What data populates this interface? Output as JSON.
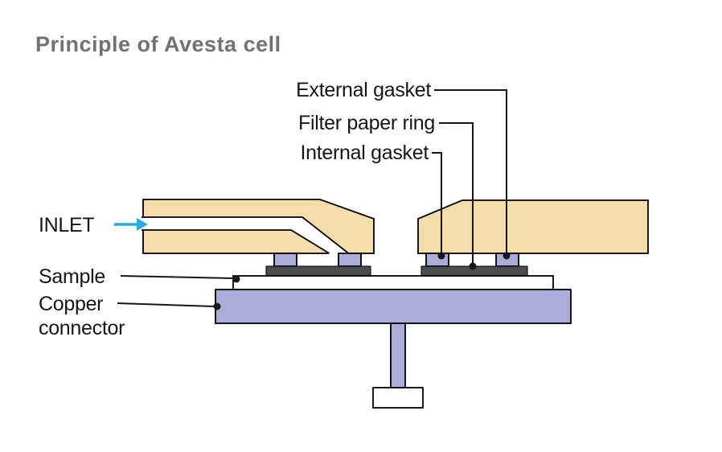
{
  "title": "Principle of Avesta cell",
  "labels": {
    "external_gasket": "External gasket",
    "filter_paper_ring": "Filter paper ring",
    "internal_gasket": "Internal gasket",
    "inlet": "INLET",
    "sample": "Sample",
    "copper_line1": "Copper",
    "copper_line2": "connector"
  },
  "colors": {
    "background": "#ffffff",
    "title_color": "#6d7378",
    "label_text": "#161616",
    "block_tan": "#f4dcab",
    "lavender": "#abadd8",
    "gasket_dark": "#4d4d4d",
    "outline": "#000000",
    "inlet_arrow": "#2aabe2"
  }
}
